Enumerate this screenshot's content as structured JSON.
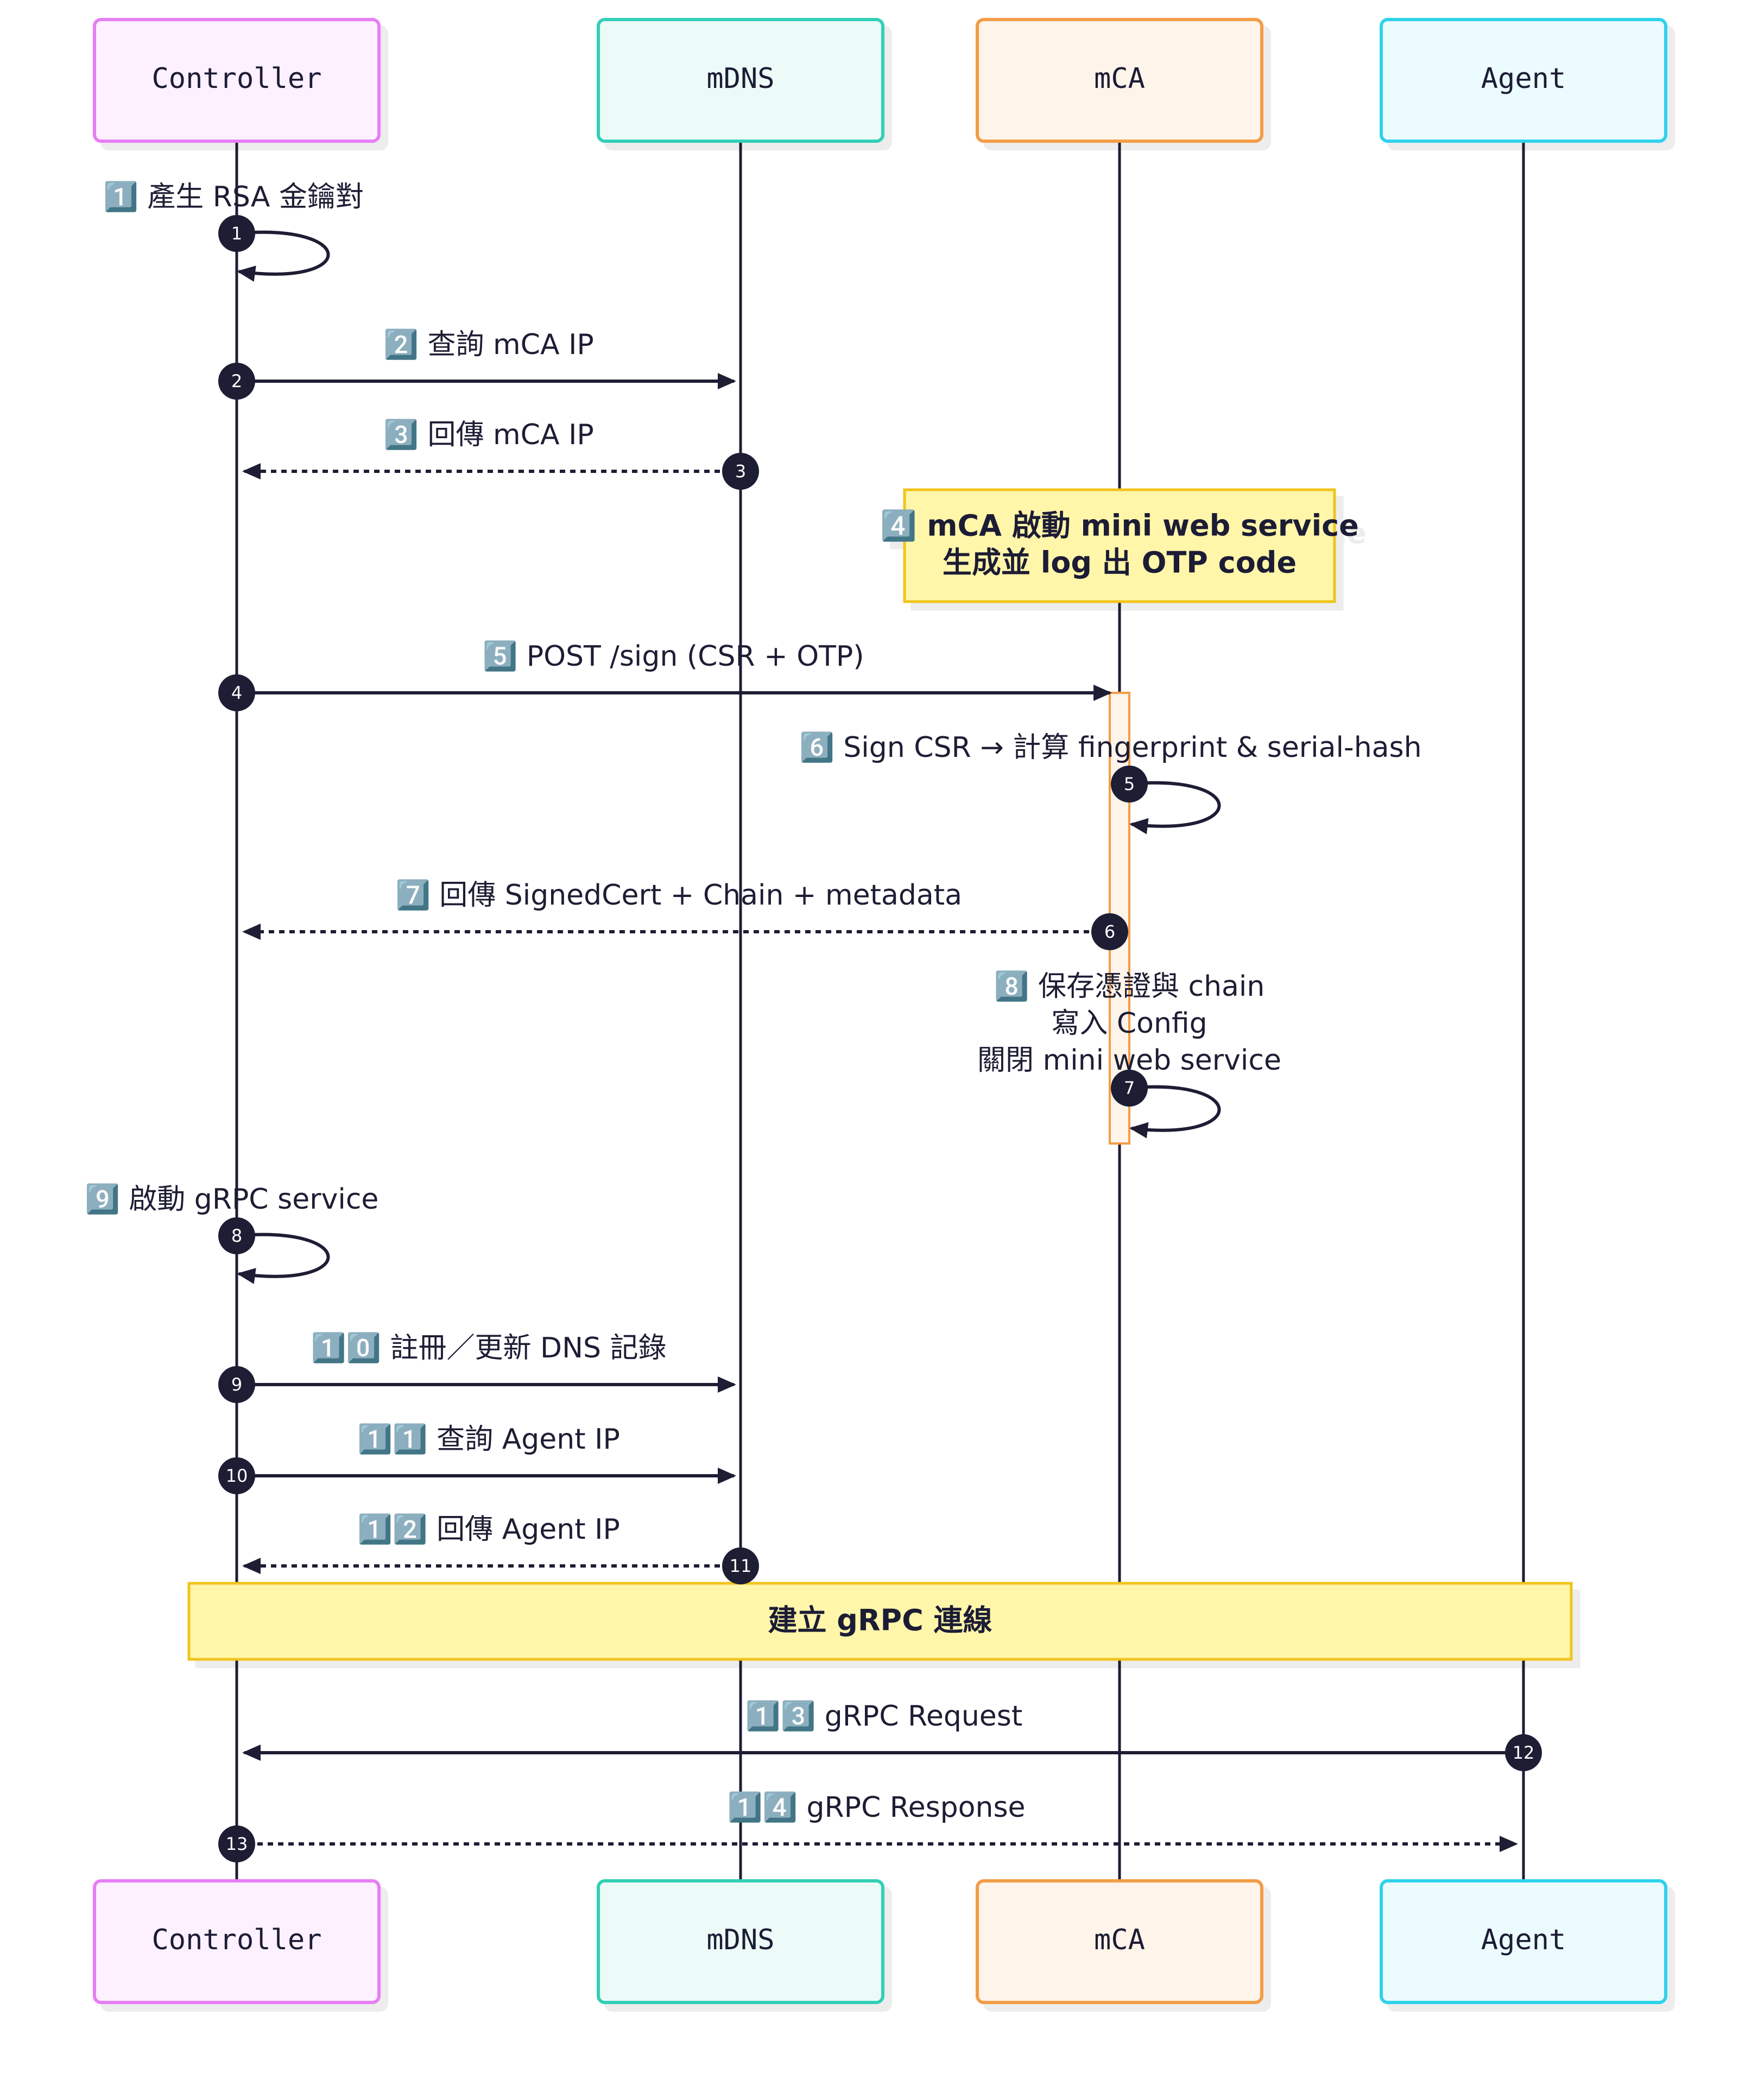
{
  "colors": {
    "line": "#1d1d34",
    "note_fill": "#fff6aa",
    "note_stroke": "#f1c41a",
    "activation": "#f39c46"
  },
  "participants": [
    {
      "id": "controller",
      "label": "Controller",
      "stroke": "#e77ef5",
      "fill": "#fdf0ff"
    },
    {
      "id": "mdns",
      "label": "mDNS",
      "stroke": "#33cfb6",
      "fill": "#ecfbf8"
    },
    {
      "id": "mca",
      "label": "mCA",
      "stroke": "#f39c46",
      "fill": "#fff4ea"
    },
    {
      "id": "agent",
      "label": "Agent",
      "stroke": "#2fd2ec",
      "fill": "#ebfbfe"
    }
  ],
  "messages": [
    {
      "n": "1",
      "text": "1️⃣ 產生 RSA 金鑰對"
    },
    {
      "n": "2",
      "text": "2️⃣ 查詢 mCA IP"
    },
    {
      "n": "3",
      "text": "3️⃣ 回傳 mCA IP"
    },
    {
      "n": "4",
      "text": "5️⃣ POST /sign (CSR + OTP)"
    },
    {
      "n": "5",
      "text": "6️⃣ Sign CSR → 計算 fingerprint & serial-hash"
    },
    {
      "n": "6",
      "text": "7️⃣ 回傳 SignedCert + Chain + metadata"
    },
    {
      "n": "7",
      "lines": [
        "8️⃣ 保存憑證與 chain",
        "寫入 Config",
        "關閉 mini web service"
      ]
    },
    {
      "n": "8",
      "text": "9️⃣ 啟動 gRPC service"
    },
    {
      "n": "9",
      "text": "1️⃣0️⃣ 註冊／更新 DNS 記錄"
    },
    {
      "n": "10",
      "text": "1️⃣1️⃣ 查詢 Agent IP"
    },
    {
      "n": "11",
      "text": "1️⃣2️⃣ 回傳 Agent IP"
    },
    {
      "n": "12",
      "text": "1️⃣3️⃣ gRPC Request"
    },
    {
      "n": "13",
      "text": "1️⃣4️⃣ gRPC Response"
    }
  ],
  "notes": [
    {
      "lines": [
        "4️⃣ mCA 啟動 mini web service",
        "生成並 log 出 OTP code"
      ]
    },
    {
      "lines": [
        "建立 gRPC 連線"
      ]
    }
  ]
}
